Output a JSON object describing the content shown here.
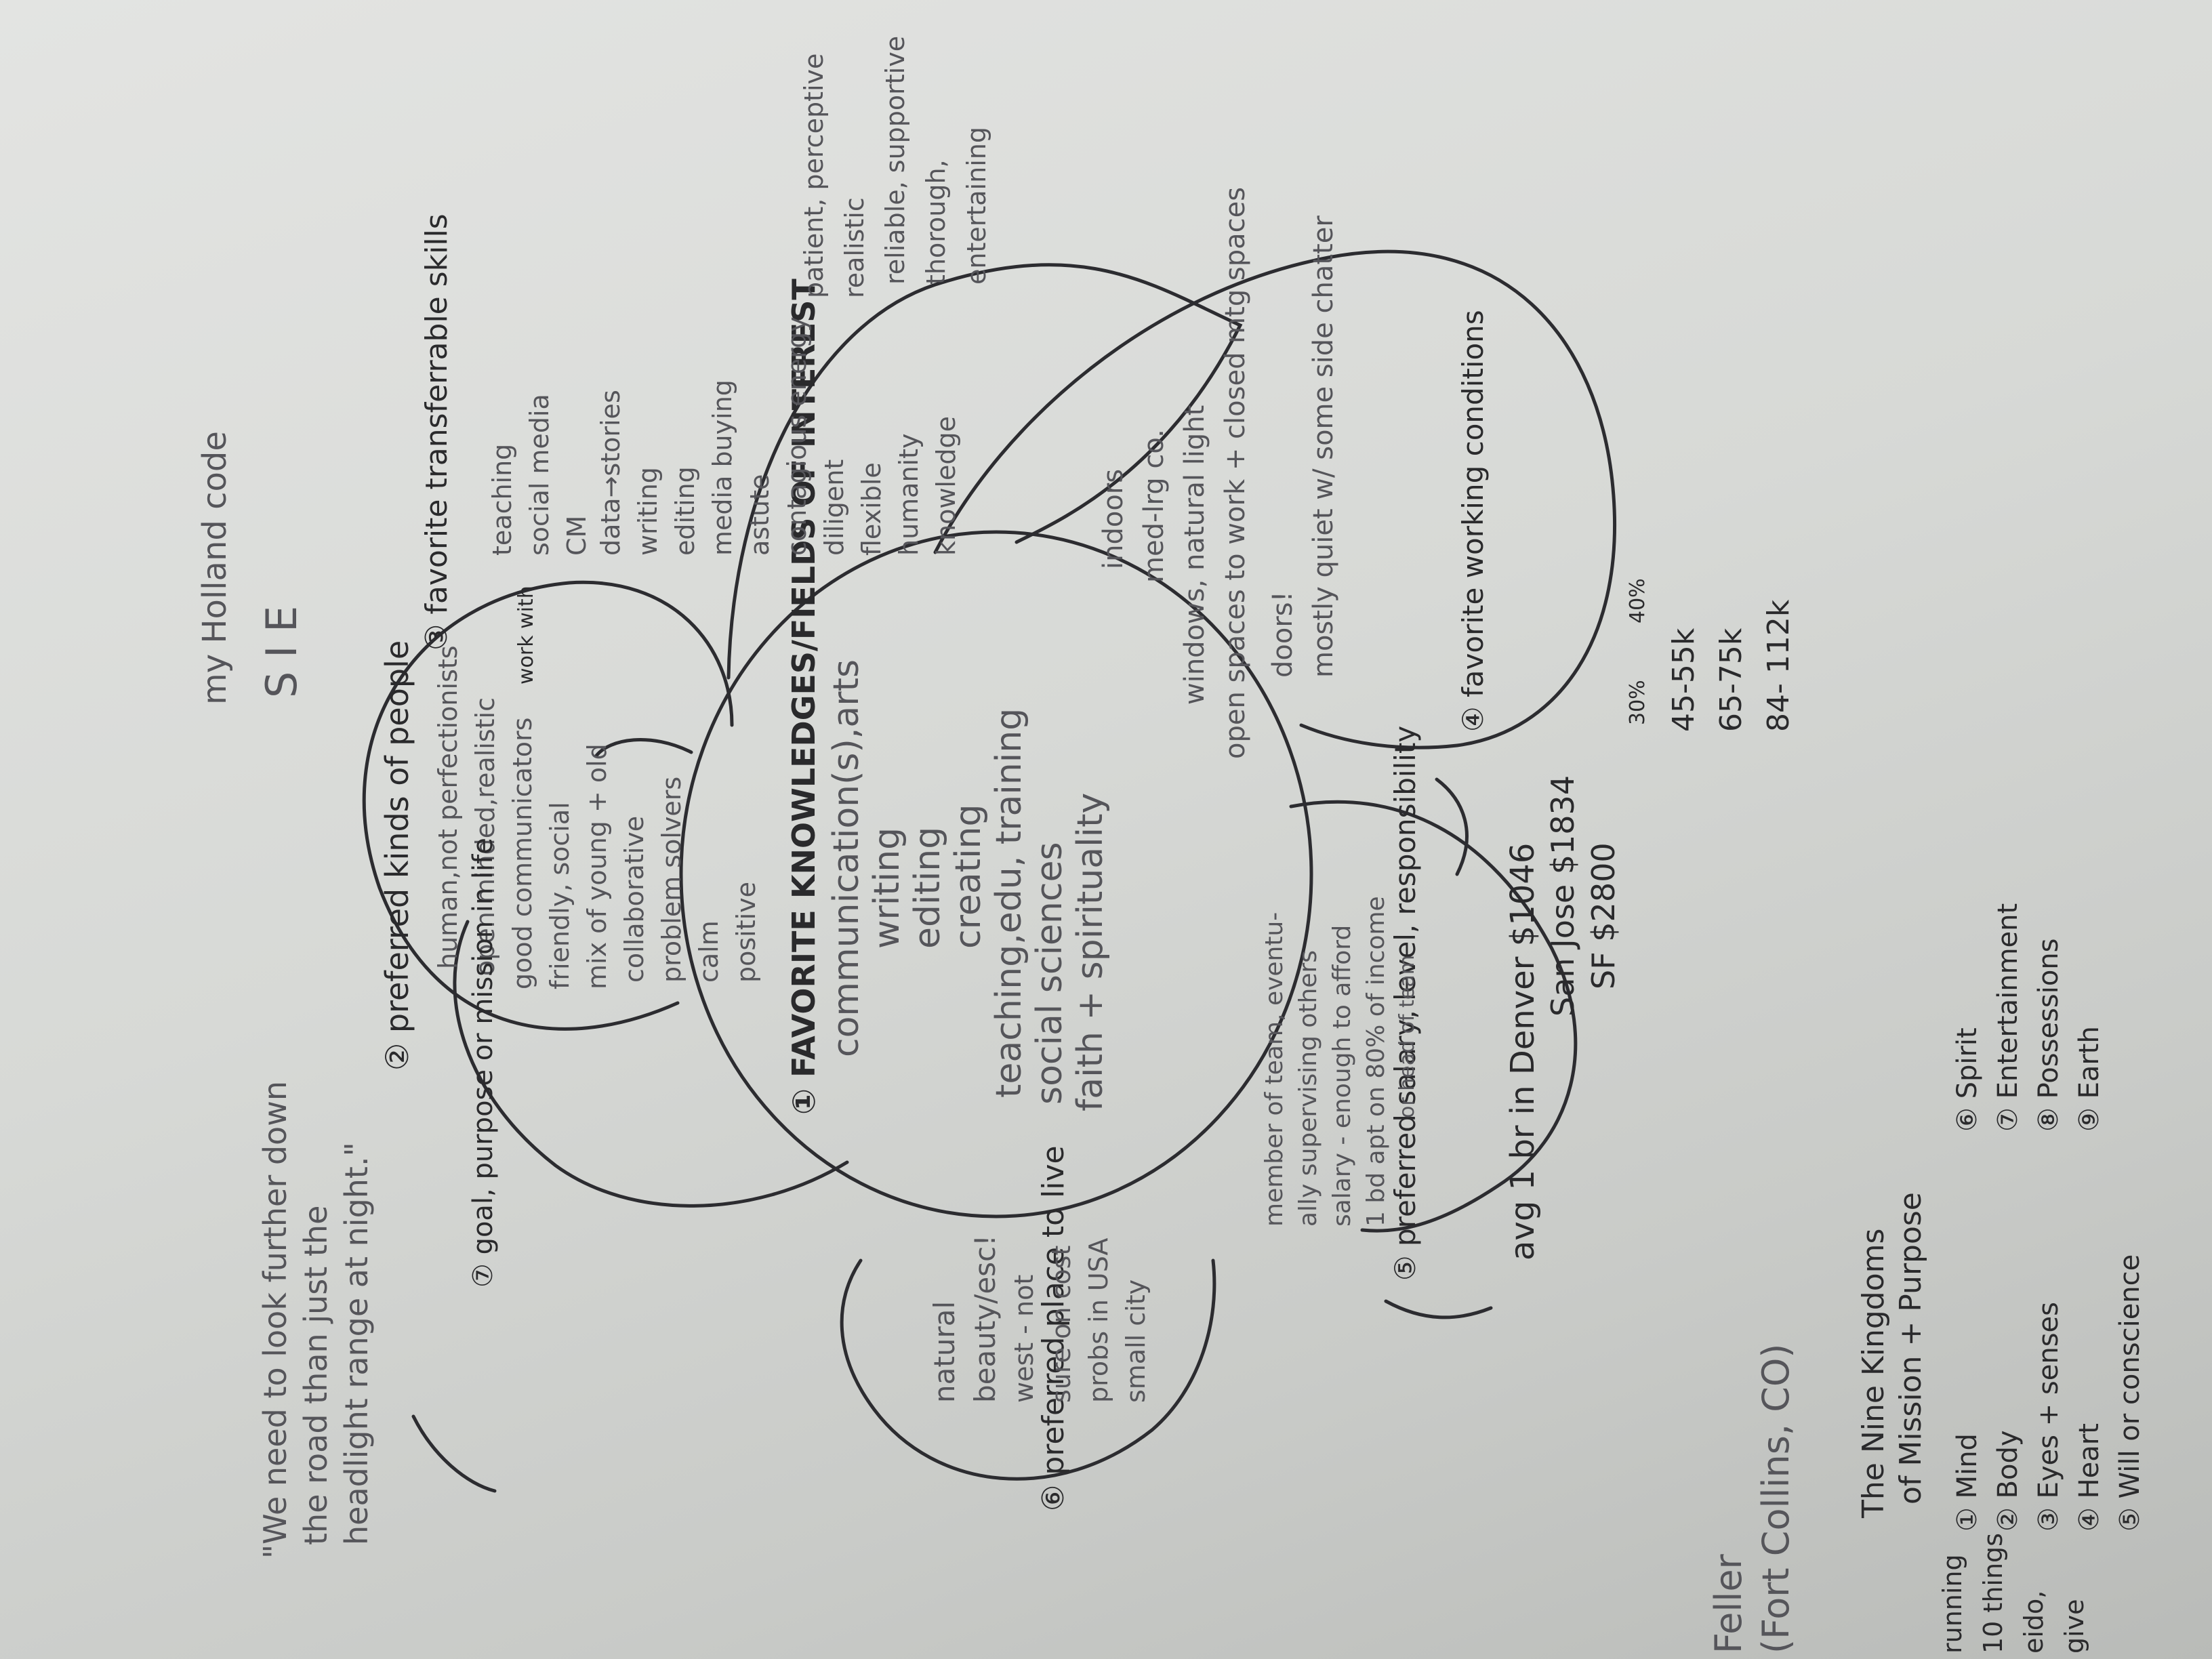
{
  "petals": {
    "center": {
      "label": "① FAVORITE KNOWLEDGES/FIELDS OF INTEREST",
      "lines": [
        "communication(s),arts",
        "writing",
        "editing",
        "creating",
        "teaching,edu, training",
        "social sciences",
        "faith + spirituality"
      ]
    },
    "people": {
      "label": "② preferred kinds of people",
      "lines": [
        "human,not perfectionists",
        "open minded,realistic",
        "good communicators",
        "friendly, social",
        "mix of young + old",
        "collaborative",
        "problem solvers",
        "calm",
        "positive"
      ],
      "note": "work with"
    },
    "skills": {
      "label": "③ favorite transferrable skills",
      "lines": [
        "teaching",
        "social media",
        "CM",
        "data→stories",
        "writing",
        "editing",
        "media buying",
        "astute",
        "contagious energy",
        "diligent",
        "flexible",
        "humanity",
        "knowledge"
      ],
      "traits": [
        "patient, perceptive",
        "realistic",
        "reliable, supportive",
        "thorough,",
        "entertaining"
      ]
    },
    "conditions": {
      "label": "④ favorite working conditions",
      "lines": [
        "indoors",
        "med-lrg co.",
        "windows, natural light",
        "open spaces to work + closed mtg spaces",
        "doors!",
        "mostly quiet w/ some side chatter"
      ]
    },
    "salary": {
      "label": "⑤ preferred salary, level, responsibility",
      "lines": [
        "member of team, eventu-",
        "ally supervising others",
        "salary - enough to afford",
        "1 bd apt on 80% of income",
        "or head of team"
      ]
    },
    "place": {
      "label": "⑥ preferred place to live",
      "lines": [
        "natural",
        "beauty/esc!",
        "west - not",
        "sure on cost",
        "probs in USA",
        "small city"
      ]
    },
    "purpose": {
      "label": "⑦ goal, purpose or mission in life",
      "lines": []
    }
  },
  "holland": {
    "label": "my Holland code",
    "code": "S I E"
  },
  "quote": {
    "lines": [
      "\"We need to look further down",
      "the road than just the",
      "headlight range at night.\""
    ]
  },
  "rent": {
    "heading": "avg 1 br in Denver $1046",
    "rows": [
      "San Jose $1834",
      "SF $2800"
    ]
  },
  "ranges": {
    "headers": [
      "30%",
      "40%"
    ],
    "rows": [
      "45-55k",
      "65-75k",
      "84- 112k"
    ]
  },
  "kingdoms": {
    "title": [
      "The Nine Kingdoms",
      "of Mission + Purpose"
    ],
    "left": [
      "① Mind",
      "② Body",
      "③ Eyes + senses",
      "④ Heart",
      "⑤ Will or conscience"
    ],
    "right": [
      "⑥ Spirit",
      "⑦ Entertainment",
      "⑧ Possessions",
      "⑨ Earth"
    ]
  },
  "fort_collins": [
    "Feller",
    "(Fort Collins, CO)"
  ],
  "edge_text": [
    "running",
    "10 things",
    "eido,",
    "give"
  ],
  "colors": {
    "ink": "#2a2a2c",
    "pencil": "#55555a",
    "paper": "#dcdedb"
  }
}
